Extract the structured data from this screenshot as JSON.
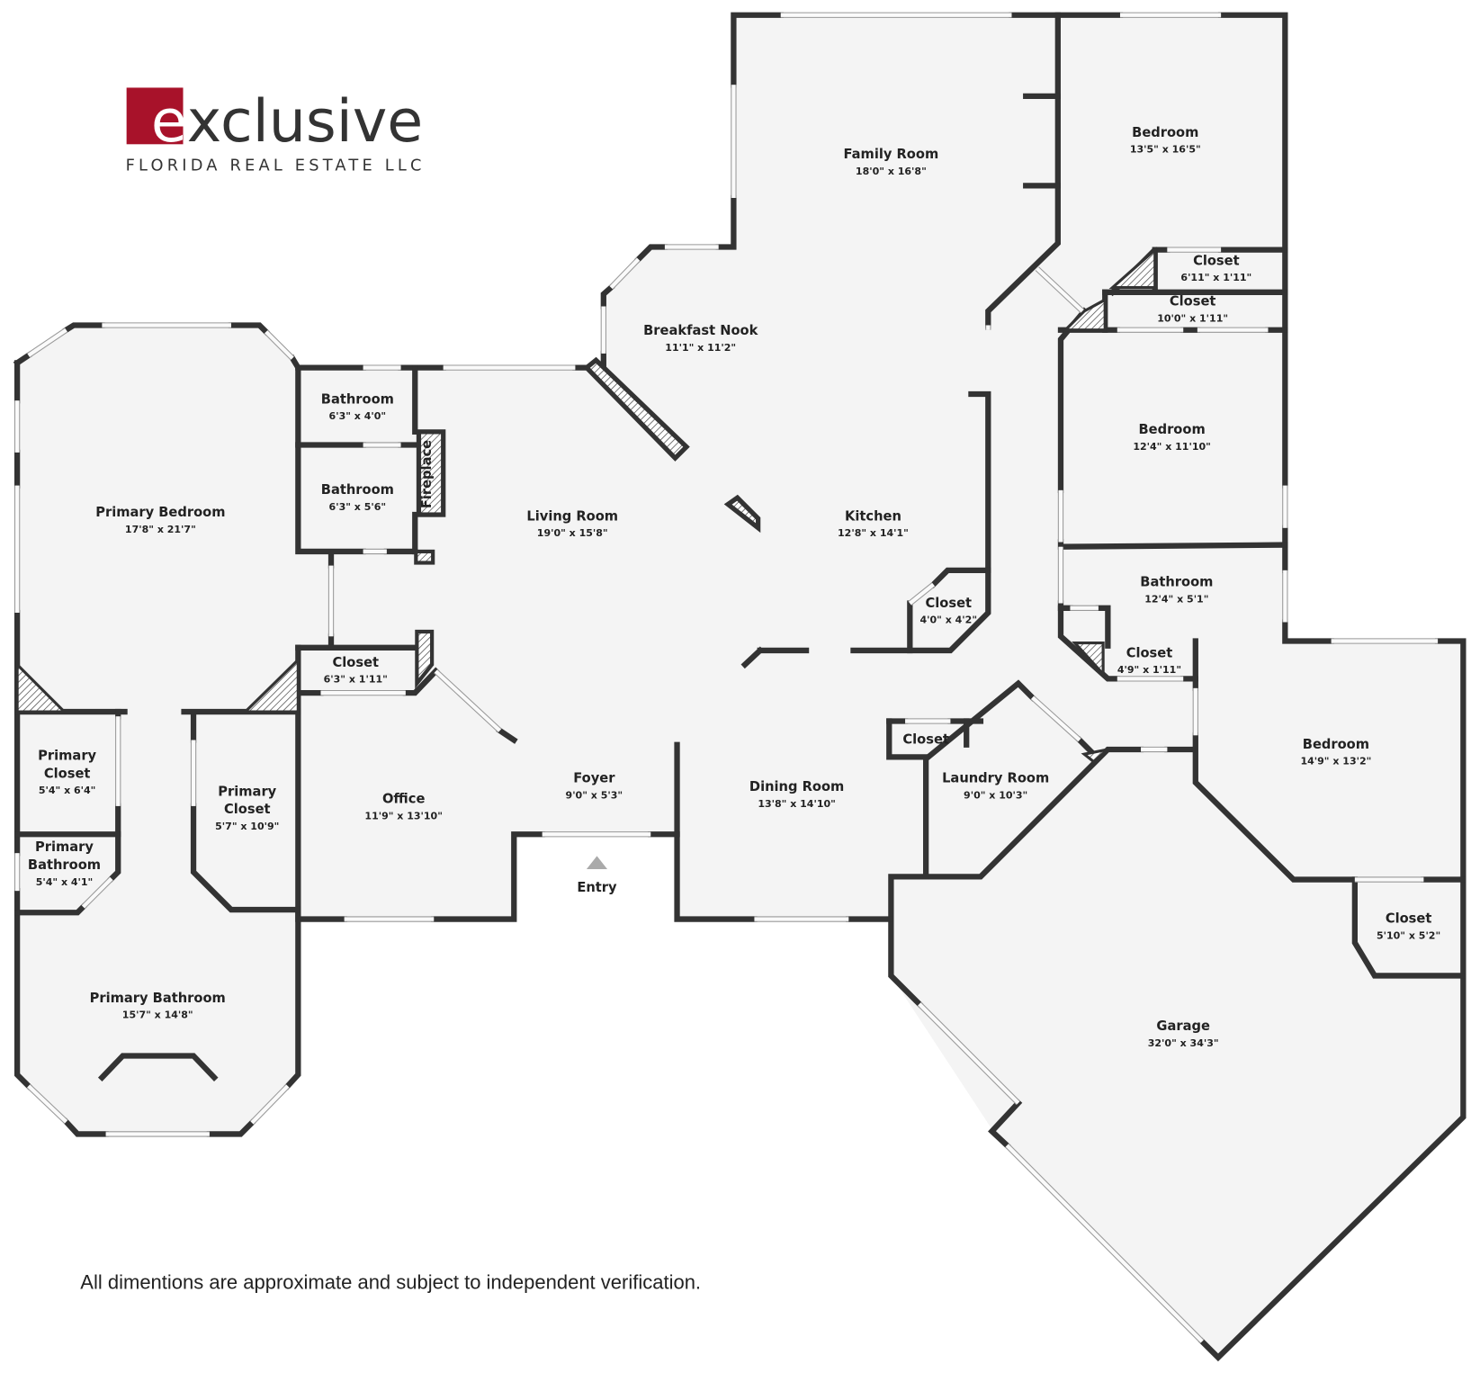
{
  "logo": {
    "initial": "e",
    "word": "xclusive",
    "subtitle": "FLORIDA REAL ESTATE LLC",
    "brand_color": "#a8122a"
  },
  "footnote": "All dimentions are approximate and subject to independent verification.",
  "entry_label": "Entry",
  "fireplace_label": "Fireplace",
  "colors": {
    "wall": "#333333",
    "floor": "#f4f4f4",
    "window": "#dddddd"
  },
  "rooms": [
    {
      "lines": [
        "Family Room"
      ],
      "dims": "18'0\" x 16'8\""
    },
    {
      "lines": [
        "Bedroom"
      ],
      "dims": "13'5\" x 16'5\""
    },
    {
      "lines": [
        "Closet"
      ],
      "dims": "6'11\" x 1'11\""
    },
    {
      "lines": [
        "Closet"
      ],
      "dims": "10'0\" x 1'11\""
    },
    {
      "lines": [
        "Breakfast Nook"
      ],
      "dims": "11'1\" x 11'2\""
    },
    {
      "lines": [
        "Bedroom"
      ],
      "dims": "12'4\" x 11'10\""
    },
    {
      "lines": [
        "Bathroom"
      ],
      "dims": "6'3\" x 4'0\""
    },
    {
      "lines": [
        "Bathroom"
      ],
      "dims": "6'3\" x 5'6\""
    },
    {
      "lines": [
        "Primary Bedroom"
      ],
      "dims": "17'8\" x 21'7\""
    },
    {
      "lines": [
        "Living Room"
      ],
      "dims": "19'0\" x 15'8\""
    },
    {
      "lines": [
        "Kitchen"
      ],
      "dims": "12'8\" x 14'1\""
    },
    {
      "lines": [
        "Bathroom"
      ],
      "dims": "12'4\" x 5'1\""
    },
    {
      "lines": [
        "Closet"
      ],
      "dims": "4'0\" x 4'2\""
    },
    {
      "lines": [
        "Closet"
      ],
      "dims": "6'3\" x 1'11\""
    },
    {
      "lines": [
        "Closet"
      ],
      "dims": "4'9\" x 1'11\""
    },
    {
      "lines": [
        "Bedroom"
      ],
      "dims": "14'9\" x 13'2\""
    },
    {
      "lines": [
        "Closet"
      ]
    },
    {
      "lines": [
        "Primary",
        "Closet"
      ],
      "dims": "5'4\" x 6'4\""
    },
    {
      "lines": [
        "Laundry Room"
      ],
      "dims": "9'0\" x 10'3\""
    },
    {
      "lines": [
        "Foyer"
      ],
      "dims": "9'0\" x 5'3\""
    },
    {
      "lines": [
        "Dining Room"
      ],
      "dims": "13'8\" x 14'10\""
    },
    {
      "lines": [
        "Primary",
        "Closet"
      ],
      "dims": "5'7\" x 10'9\""
    },
    {
      "lines": [
        "Office"
      ],
      "dims": "11'9\" x 13'10\""
    },
    {
      "lines": [
        "Primary",
        "Bathroom"
      ],
      "dims": "5'4\" x 4'1\""
    },
    {
      "lines": [
        "Closet"
      ],
      "dims": "5'10\" x 5'2\""
    },
    {
      "lines": [
        "Primary Bathroom"
      ],
      "dims": "15'7\" x 14'8\""
    },
    {
      "lines": [
        "Garage"
      ],
      "dims": "32'0\" x 34'3\""
    }
  ]
}
